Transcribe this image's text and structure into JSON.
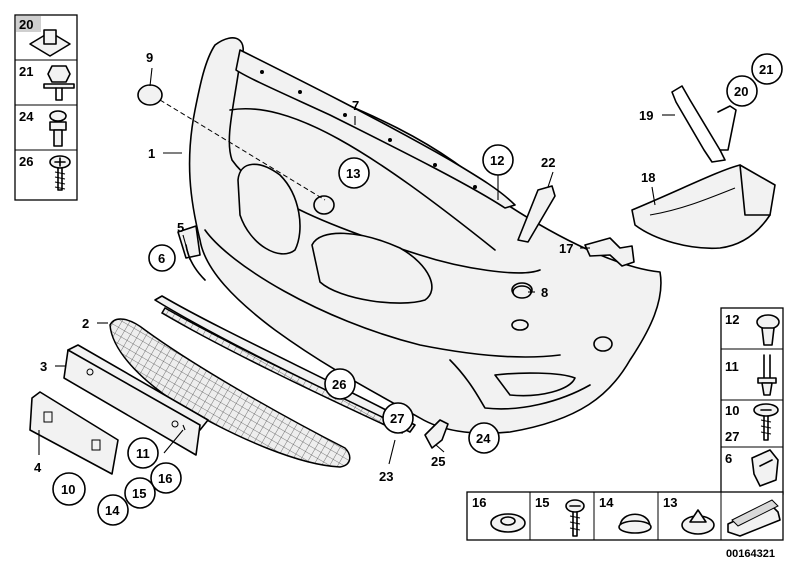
{
  "callouts": {
    "c1": "1",
    "c2": "2",
    "c3": "3",
    "c4": "4",
    "c5": "5",
    "c6": "6",
    "c7": "7",
    "c8": "8",
    "c9": "9",
    "c10": "10",
    "c11": "11",
    "c12": "12",
    "c13": "13",
    "c14": "14",
    "c15": "15",
    "c16": "16",
    "c17": "17",
    "c18": "18",
    "c19": "19",
    "c20": "20",
    "c21": "21",
    "c22": "22",
    "c23": "23",
    "c24": "24",
    "c25": "25",
    "c26": "26",
    "c27": "27"
  },
  "left_column": {
    "l20": "20",
    "l21": "21",
    "l24": "24",
    "l26": "26"
  },
  "right_column": {
    "r12": "12",
    "r11": "11",
    "r10": "10",
    "r27": "27",
    "r6": "6"
  },
  "bottom_row": {
    "b16": "16",
    "b15": "15",
    "b14": "14",
    "b13": "13"
  },
  "diagram_id": "00164321"
}
